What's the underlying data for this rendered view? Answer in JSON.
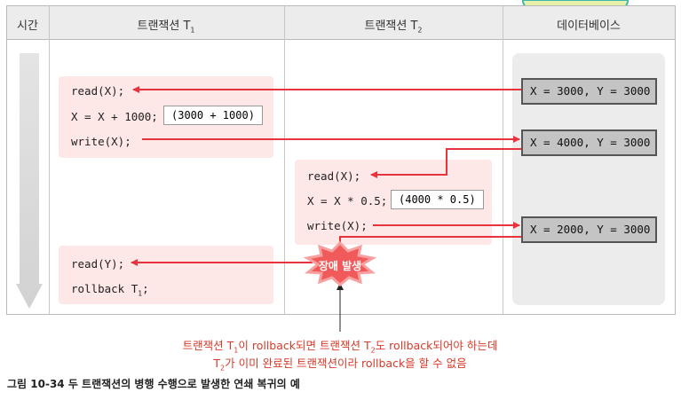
{
  "columns": {
    "time": "시간",
    "t1": "트랜잭션 T",
    "t1_sub": "1",
    "t2": "트랜잭션 T",
    "t2_sub": "2",
    "db": "데이터베이스"
  },
  "t1": {
    "line1": "read(X);",
    "line2": "X = X + 1000;",
    "calc": "(3000 + 1000)",
    "line3": "write(X);",
    "line4": "read(Y);",
    "line5_prefix": "rollback T",
    "line5_sub": "1",
    "line5_suffix": ";"
  },
  "t2": {
    "line1": "read(X);",
    "line2": "X = X * 0.5;",
    "calc": "(4000 * 0.5)",
    "line3": "write(X);"
  },
  "db": {
    "state1": "X = 3000, Y = 3000",
    "state2": "X = 4000, Y = 3000",
    "state3": "X = 2000, Y = 3000"
  },
  "failure": "장애 발생",
  "note": {
    "l1_a": "트랜잭션 T",
    "l1_b": "1",
    "l1_c": "이 rollback되면 트랜잭션 T",
    "l1_d": "2",
    "l1_e": "도 rollback되어야 하는데",
    "l2_a": "T",
    "l2_b": "2",
    "l2_c": "가 이미 완료된 트랜잭션이라 rollback을 할 수 없음"
  },
  "caption": "그림 10-34 두 트랜잭션의 병행 수행으로 발생한 연쇄 복귀의 예",
  "colors": {
    "arrow": "#e8323c",
    "note": "#d63a2a",
    "pink": "#fde7e7",
    "db_gray": "#c4c4c4",
    "header": "#ececec",
    "teal_corner": "#3fb7ad",
    "corner_fill": "#e6f0a8"
  }
}
